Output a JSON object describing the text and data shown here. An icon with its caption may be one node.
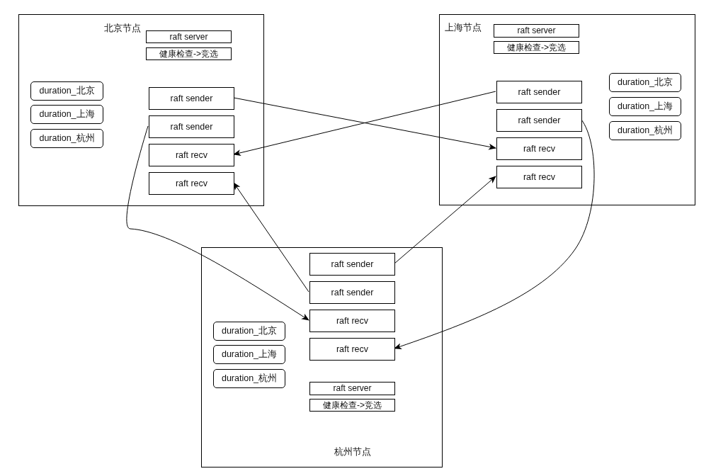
{
  "diagram": {
    "nodes": [
      {
        "text": [
          "北京节点"
        ]
      },
      {
        "text": [
          "raft server"
        ],
        "in": 0
      },
      {
        "text": [
          "健康检查->竞选"
        ],
        "in": 0
      },
      {
        "text": [
          "duration_北京"
        ],
        "in": 0
      },
      {
        "text": [
          "duration_上海"
        ],
        "in": 0
      },
      {
        "text": [
          "duration_杭州"
        ],
        "in": 0
      },
      {
        "text": [
          "raft sender"
        ],
        "in": 0
      },
      {
        "text": [
          "raft sender"
        ],
        "in": 0
      },
      {
        "text": [
          "raft recv"
        ],
        "in": 0
      },
      {
        "text": [
          "raft recv"
        ],
        "in": 0
      },
      {
        "text": [
          "上海节点"
        ]
      },
      {
        "text": [
          "raft server"
        ],
        "in": 10
      },
      {
        "text": [
          "健康检查->竞选"
        ],
        "in": 10
      },
      {
        "text": [
          "raft sender"
        ],
        "in": 10
      },
      {
        "text": [
          "raft sender"
        ],
        "in": 10
      },
      {
        "text": [
          "raft recv"
        ],
        "in": 10
      },
      {
        "text": [
          "raft recv"
        ],
        "in": 10
      },
      {
        "text": [
          "duration_北京"
        ],
        "in": 10
      },
      {
        "text": [
          "duration_上海"
        ],
        "in": 10
      },
      {
        "text": [
          "duration_杭州"
        ],
        "in": 10
      },
      {
        "text": [
          "杭州节点"
        ]
      },
      {
        "text": [
          "raft sender"
        ],
        "in": 20
      },
      {
        "text": [
          "raft sender"
        ],
        "in": 20
      },
      {
        "text": [
          "raft recv"
        ],
        "in": 20
      },
      {
        "text": [
          "raft recv"
        ],
        "in": 20
      },
      {
        "text": [
          "duration_北京"
        ],
        "in": 20
      },
      {
        "text": [
          "duration_上海"
        ],
        "in": 20
      },
      {
        "text": [
          "duration_杭州"
        ],
        "in": 20
      },
      {
        "text": [
          "raft server"
        ],
        "in": 20
      },
      {
        "text": [
          "健康检查->竞选"
        ],
        "in": 20
      }
    ],
    "edges": [
      {
        "from": 6,
        "to": 15,
        "arrow": "to"
      },
      {
        "from": 13,
        "to": 8,
        "arrow": "to"
      },
      {
        "from": 7,
        "to": 23,
        "arrow": "to"
      },
      {
        "from": 22,
        "to": 9,
        "arrow": "to"
      },
      {
        "from": 21,
        "to": 16,
        "arrow": "to"
      },
      {
        "from": 14,
        "to": 24,
        "arrow": "to"
      }
    ]
  }
}
